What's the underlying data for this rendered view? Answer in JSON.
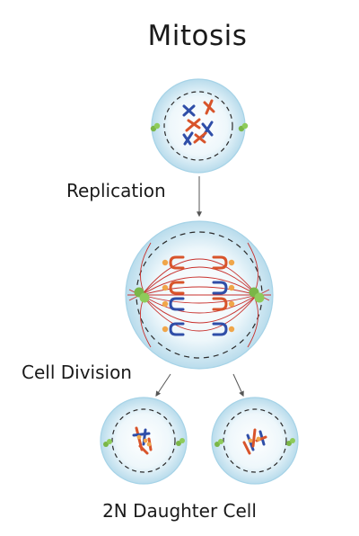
{
  "title": "Mitosis",
  "steps": {
    "replication": "Replication",
    "cell_division": "Cell Division"
  },
  "result_label": "2N Daughter Cell",
  "colors": {
    "cell_fill": "#d3ebf5",
    "cell_edge": "#9fd0e6",
    "nuclear_envelope": "#2b2b2b",
    "chromosome_blue": "#2f4ea8",
    "chromosome_red": "#d8542b",
    "kinetochore": "#f0a64a",
    "centrosome": "#7ab648",
    "spindle": "#c8302c",
    "arrow": "#555555"
  },
  "icons": [
    "centrosome-icon",
    "chromosome-icon",
    "arrow-down-icon"
  ]
}
